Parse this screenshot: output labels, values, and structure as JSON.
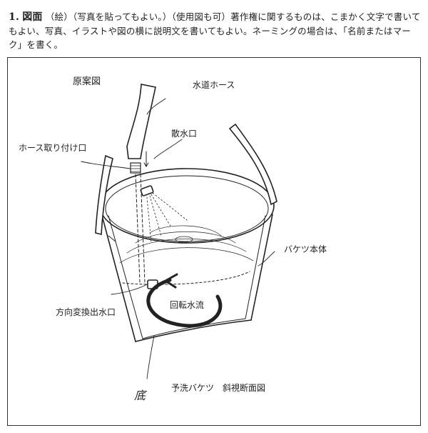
{
  "header": {
    "number": "1.",
    "title": "図面",
    "text": "（絵）（写真を貼ってもよい。）（使用図も可）著作権に関するものは、こまかく文字で書いてもよい、写真、イラストや図の横に説明文を書いてもよい。ネーミングの場合は、「名前またはマーク」を書く。"
  },
  "diagram": {
    "title": "原案図",
    "labels": {
      "hose": "水道ホース",
      "spray": "散水口",
      "hose_inlet": "ホース取り付け口",
      "bucket_body": "バケツ本体",
      "direction_outlet": "方向変換出水口",
      "rotation_flow": "回転水流",
      "bottom": "底",
      "caption": "予洗バケツ　斜視断面図"
    }
  }
}
